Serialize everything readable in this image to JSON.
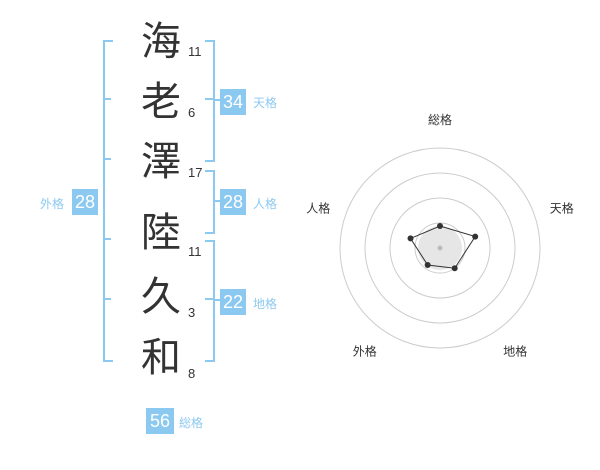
{
  "name_chars": [
    {
      "char": "海",
      "strokes": "11"
    },
    {
      "char": "老",
      "strokes": "6"
    },
    {
      "char": "澤",
      "strokes": "17"
    },
    {
      "char": "陸",
      "strokes": "11"
    },
    {
      "char": "久",
      "strokes": "3"
    },
    {
      "char": "和",
      "strokes": "8"
    }
  ],
  "scores": {
    "tenkaku": {
      "value": "34",
      "label": "天格"
    },
    "jinkaku": {
      "value": "28",
      "label": "人格"
    },
    "chikaku": {
      "value": "22",
      "label": "地格"
    },
    "gaikaku": {
      "value": "28",
      "label": "外格"
    },
    "soukaku": {
      "value": "56",
      "label": "総格"
    }
  },
  "radar": {
    "axes": [
      "総格",
      "天格",
      "地格",
      "外格",
      "人格"
    ],
    "levels": 4,
    "values": [
      0.22,
      0.37,
      0.25,
      0.21,
      0.31
    ],
    "line_color": "#333333",
    "ring_color": "#cccccc",
    "center_fill": "#e6e6e6"
  },
  "colors": {
    "accent": "#8cc9f0",
    "text": "#333333"
  }
}
